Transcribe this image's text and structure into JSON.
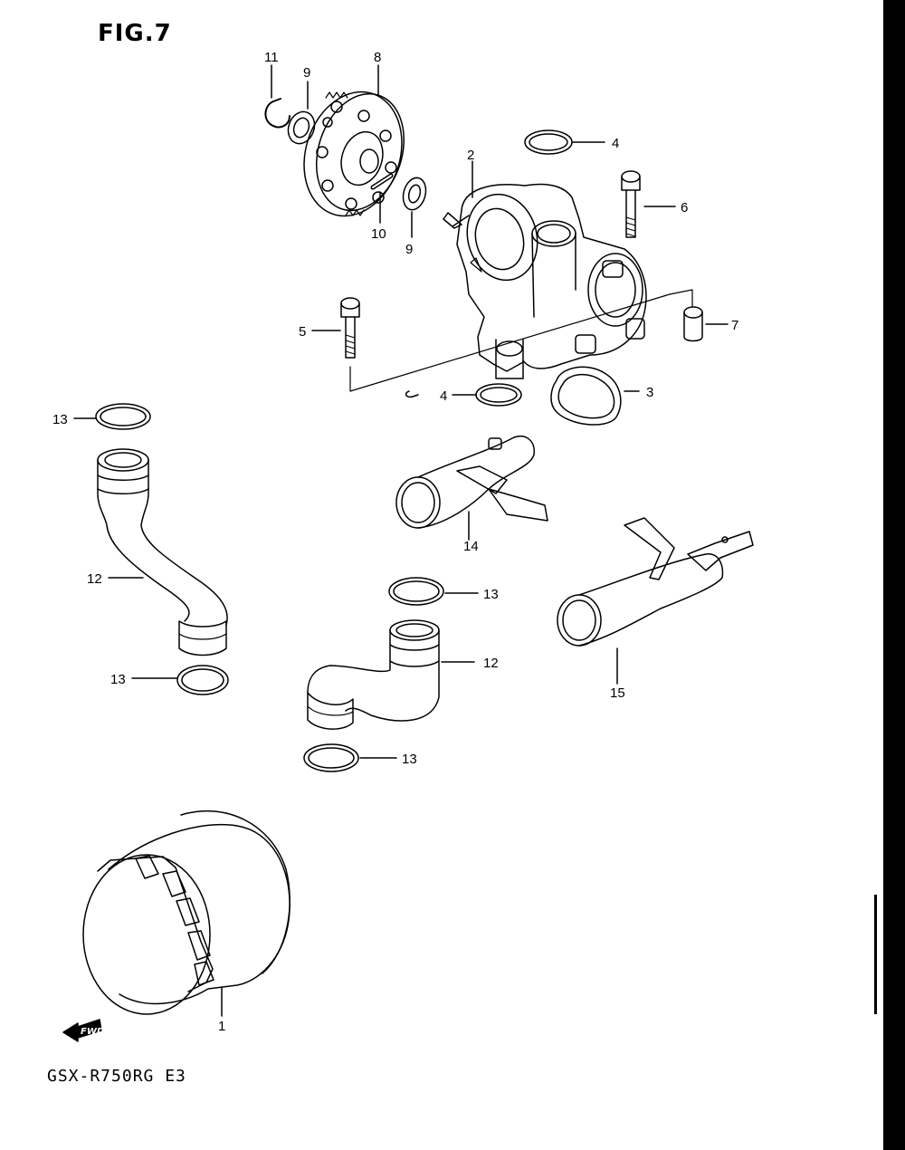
{
  "figure_title": "FIG.7",
  "model_label": "GSX-R750RG E3",
  "direction_mark": "FWD",
  "callouts": {
    "c1": "1",
    "c2": "2",
    "c3": "3",
    "c4a": "4",
    "c4b": "4",
    "c5": "5",
    "c6": "6",
    "c7": "7",
    "c8": "8",
    "c9a": "9",
    "c9b": "9",
    "c10": "10",
    "c11": "11",
    "c12a": "12",
    "c12b": "12",
    "c13a": "13",
    "c13b": "13",
    "c13c": "13",
    "c13d": "13",
    "c14": "14",
    "c15": "15"
  }
}
